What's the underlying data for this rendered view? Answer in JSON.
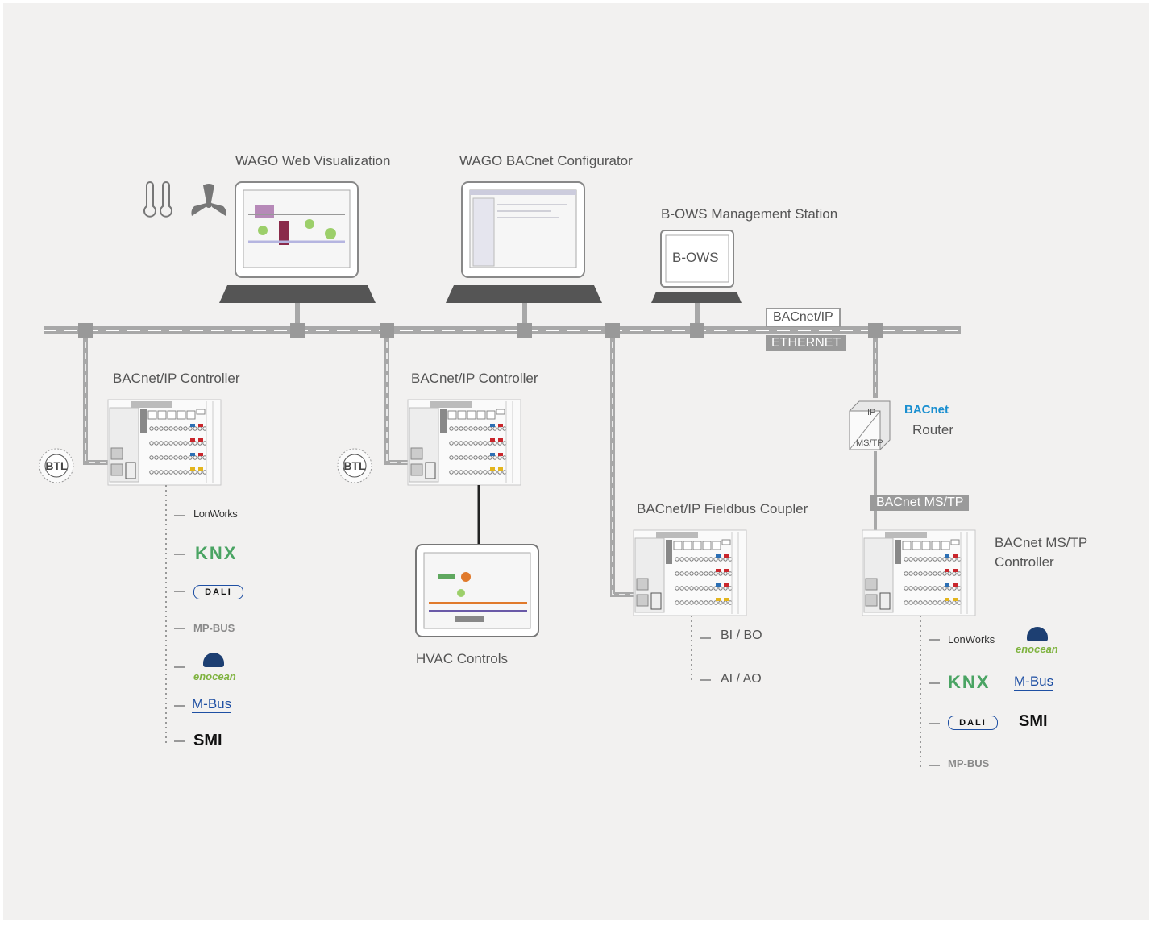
{
  "labels": {
    "web_visualization": "WAGO Web Visualization",
    "bacnet_configurator": "WAGO BACnet Configurator",
    "bows_station": "B-OWS Management Station",
    "bows_screen": "B-OWS",
    "bacnet_ip_tag": "BACnet/IP",
    "ethernet_tag": "ETHERNET",
    "controller_1": "BACnet/IP Controller",
    "controller_2": "BACnet/IP Controller",
    "fieldbus_coupler": "BACnet/IP Fieldbus Coupler",
    "router": "Router",
    "router_ip": "IP",
    "router_mstp": "MS/TP",
    "router_logo": "BACnet",
    "mstp_tag": "BACnet MS/TP",
    "mstp_controller_line1": "BACnet MS/TP",
    "mstp_controller_line2": "Controller",
    "hvac_controls": "HVAC Controls",
    "bi_bo": "BI / BO",
    "ai_ao": "AI / AO",
    "btl_mark": "BTL"
  },
  "protocols_left": [
    "LonWorks",
    "KNX",
    "DALI",
    "MP-BUS",
    "enocean",
    "M-Bus",
    "SMI"
  ],
  "protocols_right": [
    "LonWorks",
    "enocean",
    "KNX",
    "M-Bus",
    "DALI",
    "SMI",
    "MP-BUS"
  ],
  "icons": [
    "thermometer-icon",
    "fan-icon",
    "laptop-icon",
    "router-icon",
    "btl-certification-icon",
    "controller-module-icon",
    "touch-panel-icon"
  ],
  "colors": {
    "background": "#f2f1f0",
    "network_line": "#a0a0a0",
    "text": "#555555",
    "knx_green": "#4aa463",
    "knx_blue": "#3a78b8",
    "enocean_blue": "#1d3f72",
    "enocean_green": "#7fb33f",
    "mbus_blue": "#1e4fa3",
    "bacnet_blue": "#1a8fd0"
  }
}
